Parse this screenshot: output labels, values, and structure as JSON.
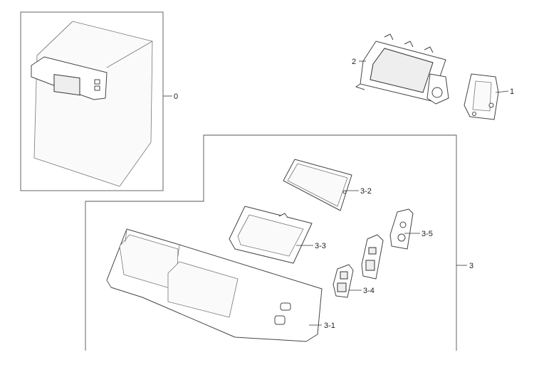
{
  "callouts": {
    "c0": "0",
    "c1": "1",
    "c2": "2",
    "c3": "3",
    "c3_1": "3-1",
    "c3_2": "3-2",
    "c3_3": "3-3",
    "c3_4": "3-4",
    "c3_5": "3-5"
  }
}
